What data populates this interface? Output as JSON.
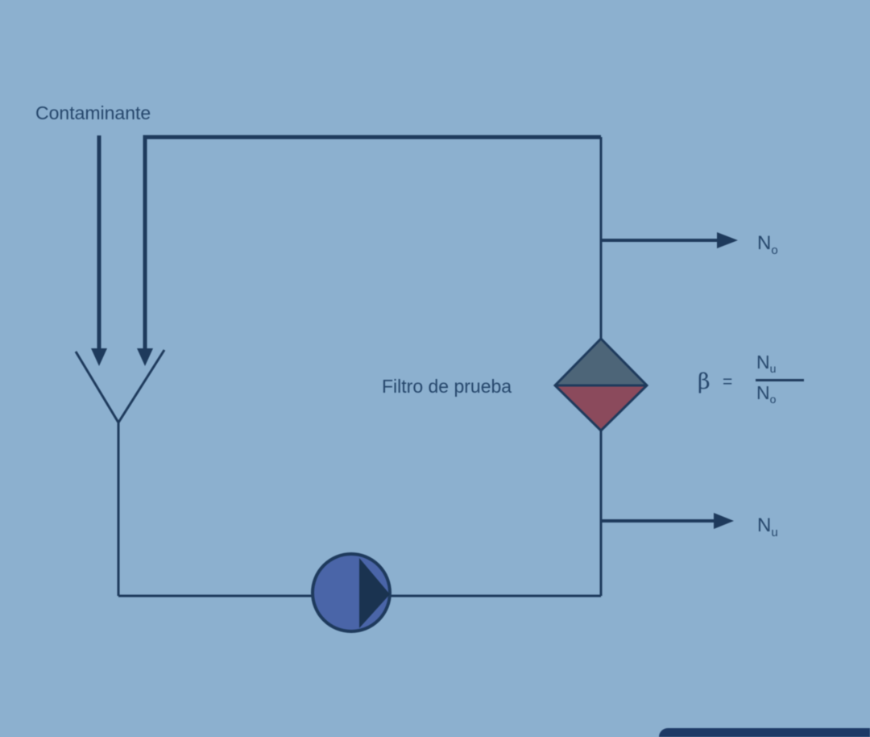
{
  "diagram": {
    "contaminant_label": "Contaminante",
    "filter_label": "Filtro de prueba",
    "upstream_count": {
      "base": "N",
      "sub": "o"
    },
    "downstream_count": {
      "base": "N",
      "sub": "u"
    },
    "formula": {
      "symbol": "β",
      "equals": "=",
      "numerator": {
        "base": "N",
        "sub": "u"
      },
      "denominator": {
        "base": "N",
        "sub": "o"
      }
    }
  },
  "colors": {
    "background": "#8cb0cf",
    "line": "#1e3a5c",
    "filter_top": "#4d6578",
    "filter_bottom": "#8b4a5c",
    "pump_fill": "#4a65a8",
    "pump_arrow": "#1a3350",
    "corner_bar": "#1d3a66"
  }
}
